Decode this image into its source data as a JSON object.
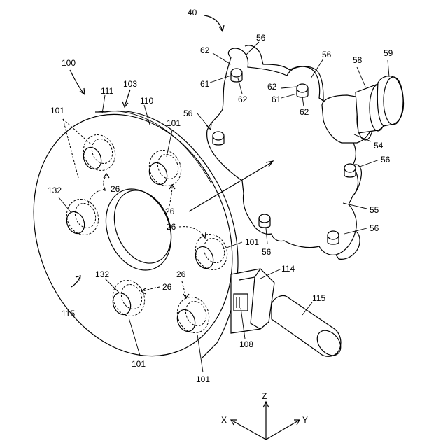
{
  "labels": {
    "ref_40": "40",
    "ref_100": "100",
    "ref_103": "103",
    "ref_111": "111",
    "ref_110": "110",
    "ref_101_a": "101",
    "ref_101_b": "101",
    "ref_101_c": "101",
    "ref_101_d": "101",
    "ref_101_e": "101",
    "ref_132_a": "132",
    "ref_132_b": "132",
    "ref_26_a": "26",
    "ref_26_b": "26",
    "ref_26_c": "26",
    "ref_26_d": "26",
    "ref_26_e": "26",
    "ref_115_a": "115",
    "ref_115_b": "115",
    "ref_114": "114",
    "ref_108": "108",
    "ref_56_a": "56",
    "ref_56_b": "56",
    "ref_56_c": "56",
    "ref_56_d": "56",
    "ref_56_e": "56",
    "ref_56_f": "56",
    "ref_62_a": "62",
    "ref_62_b": "62",
    "ref_62_c": "62",
    "ref_62_d": "62",
    "ref_61_a": "61",
    "ref_61_b": "61",
    "ref_58": "58",
    "ref_59": "59",
    "ref_54": "54",
    "ref_55": "55"
  },
  "axes": {
    "x": "X",
    "y": "Y",
    "z": "Z"
  }
}
